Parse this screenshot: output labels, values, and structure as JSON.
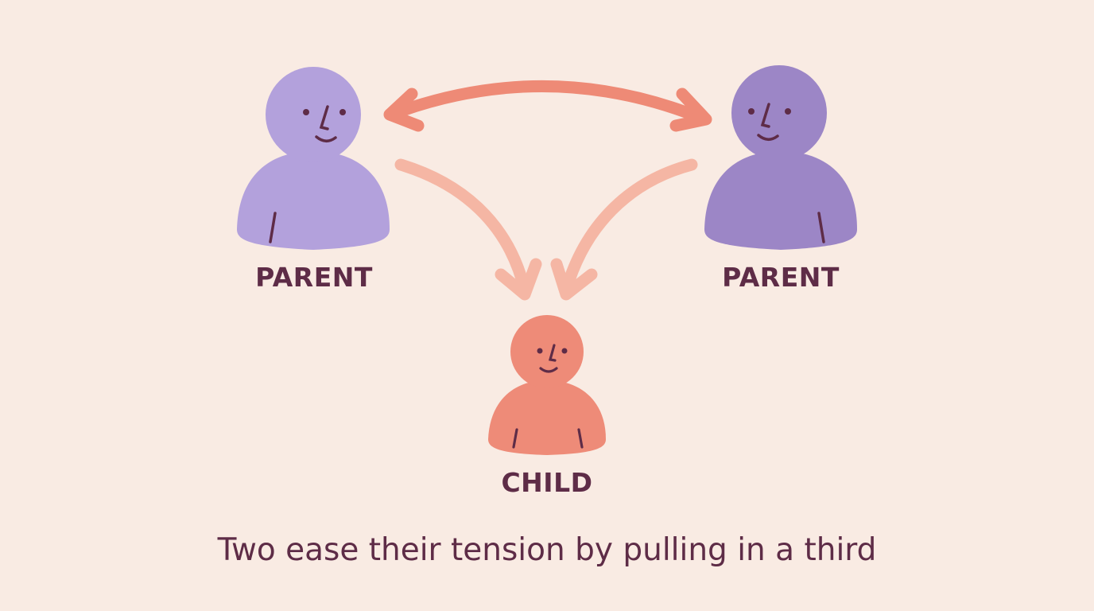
{
  "figure": {
    "left_person": {
      "label": "PARENT",
      "color": "#b3a1dc",
      "shade": "#9d89c9"
    },
    "right_person": {
      "label": "PARENT",
      "color": "#9c86c6",
      "shade": "#8672b3"
    },
    "child": {
      "label": "CHILD",
      "color": "#ee8b78",
      "shade": "#d8705f"
    },
    "arrow_colors": {
      "between_parents": "#ee8a76",
      "toward_child": "#f5b6a4"
    },
    "face_color": "#5e2c47",
    "caption": "Two ease their tension by pulling in a third"
  }
}
